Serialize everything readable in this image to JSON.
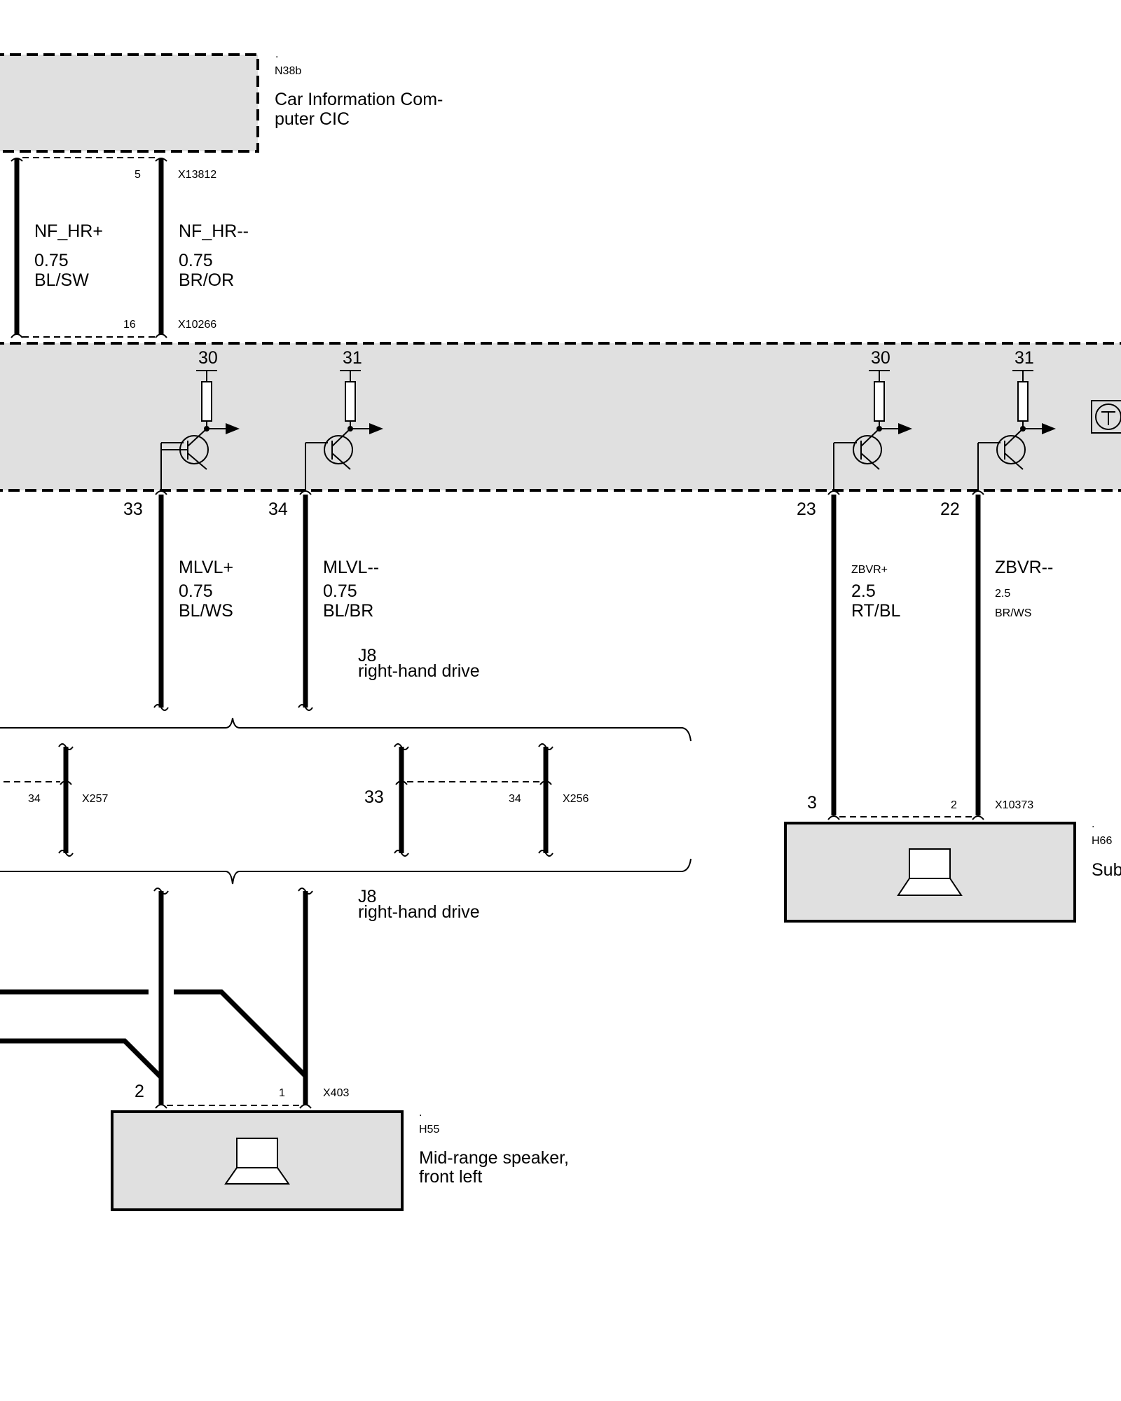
{
  "components": {
    "cic": {
      "dot": ".",
      "id": "N38b",
      "name_line1": "Car Information Com-",
      "name_line2": "puter CIC"
    },
    "mid_speaker": {
      "dot": ".",
      "id": "H55",
      "name_line1": "Mid-range speaker,",
      "name_line2": "front left"
    },
    "subwoofer": {
      "dot": ".",
      "id": "H66",
      "name_partial": "Sub"
    }
  },
  "connectors": {
    "x13812": {
      "id": "X13812",
      "pin": "5"
    },
    "x10266": {
      "id": "X10266",
      "pin": "16"
    },
    "x257": {
      "id": "X257",
      "pin": "34"
    },
    "x256": {
      "id": "X256",
      "pin_left": "33",
      "pin_right": "34"
    },
    "x10373": {
      "id": "X10373",
      "pin_left": "3",
      "pin_right": "2"
    },
    "x403": {
      "id": "X403",
      "pin_left": "2",
      "pin_right": "1"
    }
  },
  "wires": {
    "nf_hr_plus": {
      "signal": "NF_HR+",
      "gauge": "0.75",
      "color": "BL/SW"
    },
    "nf_hr_minus": {
      "signal": "NF_HR--",
      "gauge": "0.75",
      "color": "BR/OR"
    },
    "mlvl_plus": {
      "signal": "MLVL+",
      "gauge": "0.75",
      "color": "BL/WS"
    },
    "mlvl_minus": {
      "signal": "MLVL--",
      "gauge": "0.75",
      "color": "BL/BR"
    },
    "zbvr_plus": {
      "signal": "ZBVR+",
      "gauge": "2.5",
      "color": "RT/BL"
    },
    "zbvr_minus": {
      "signal": "ZBVR--",
      "gauge": "2.5",
      "color": "BR/WS"
    }
  },
  "amplifier": {
    "supply_pins": [
      "30",
      "31",
      "30",
      "31"
    ],
    "output_pins": [
      "33",
      "34",
      "23",
      "22"
    ]
  },
  "variants": {
    "top": {
      "code": "J8",
      "label": "right-hand drive"
    },
    "bottom": {
      "code": "J8",
      "label": "right-hand drive"
    }
  }
}
